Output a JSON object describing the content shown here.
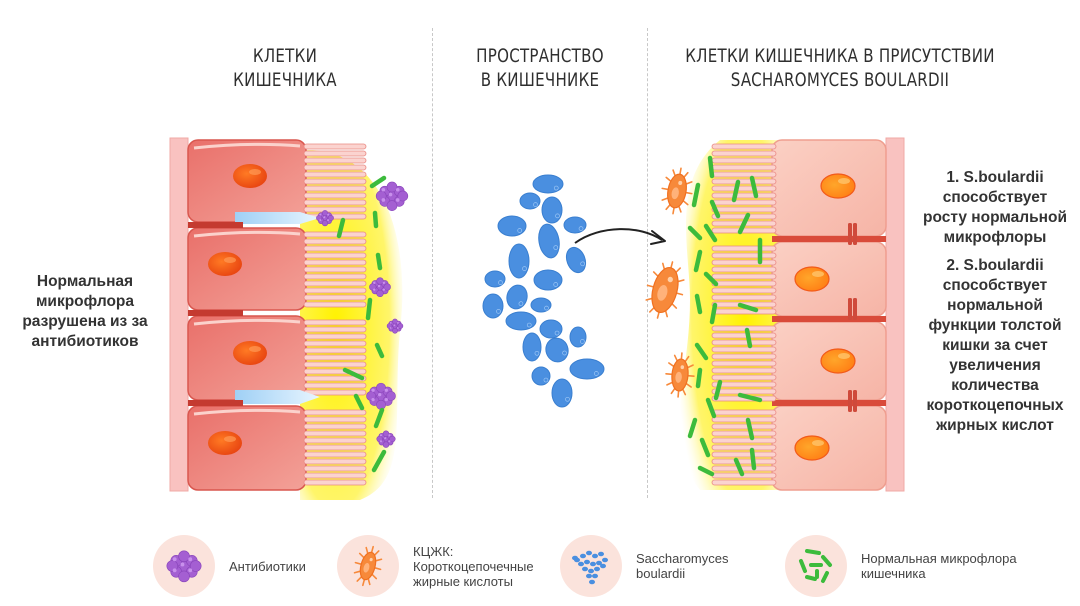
{
  "headings": {
    "left": "КЛЕТКИ\nКИШЕЧНИКА",
    "left_line1": "КЛЕТКИ",
    "left_line2": "КИШЕЧНИКА",
    "middle_line1": "ПРОСТРАНСТВО",
    "middle_line2": "В КИШЕЧНИКЕ",
    "right_line1": "КЛЕТКИ КИШЕЧНИКА В ПРИСУТСТВИИ",
    "right_line2": "SACHAROMYCES BOULARDII"
  },
  "left_note": {
    "lines": [
      "Нормальная",
      "микрофлора",
      "разрушена из за",
      "антибиотиков"
    ]
  },
  "right_notes": [
    {
      "lines": [
        "1. S.boulardii",
        "способствует",
        "росту нормальной",
        "микрофлоры"
      ]
    },
    {
      "lines": [
        "2. S.boulardii",
        "способствует",
        "нормальной",
        "функции толстой",
        "кишки за счет",
        "увеличения",
        "количества",
        "короткоцепочных",
        "жирных кислот"
      ]
    }
  ],
  "legend": [
    {
      "icon": "antibiotic-cluster-icon",
      "label": "Антибиотики"
    },
    {
      "icon": "scfa-bacterium-icon",
      "label": "КЦЖК:\nКороткоцепочечные\nжирные кислоты"
    },
    {
      "icon": "yeast-cluster-icon",
      "label": "Saccharomyces\nboulardii"
    },
    {
      "icon": "green-bacteria-icon",
      "label": "Нормальная микрофлора\nкишечника"
    }
  ],
  "colors": {
    "cell": "#ef8f88",
    "cell_light": "#f8c4b8",
    "nucleus": "#f25a1a",
    "nucleus_light": "#ff9a1f",
    "mucus": "#fff27a",
    "antibiotic": "#a45fd2",
    "yeast": "#4a8fe0",
    "bacteria_green": "#3cbb3c",
    "scfa_orange": "#f7893a",
    "legend_circle": "#fbe3dc"
  }
}
